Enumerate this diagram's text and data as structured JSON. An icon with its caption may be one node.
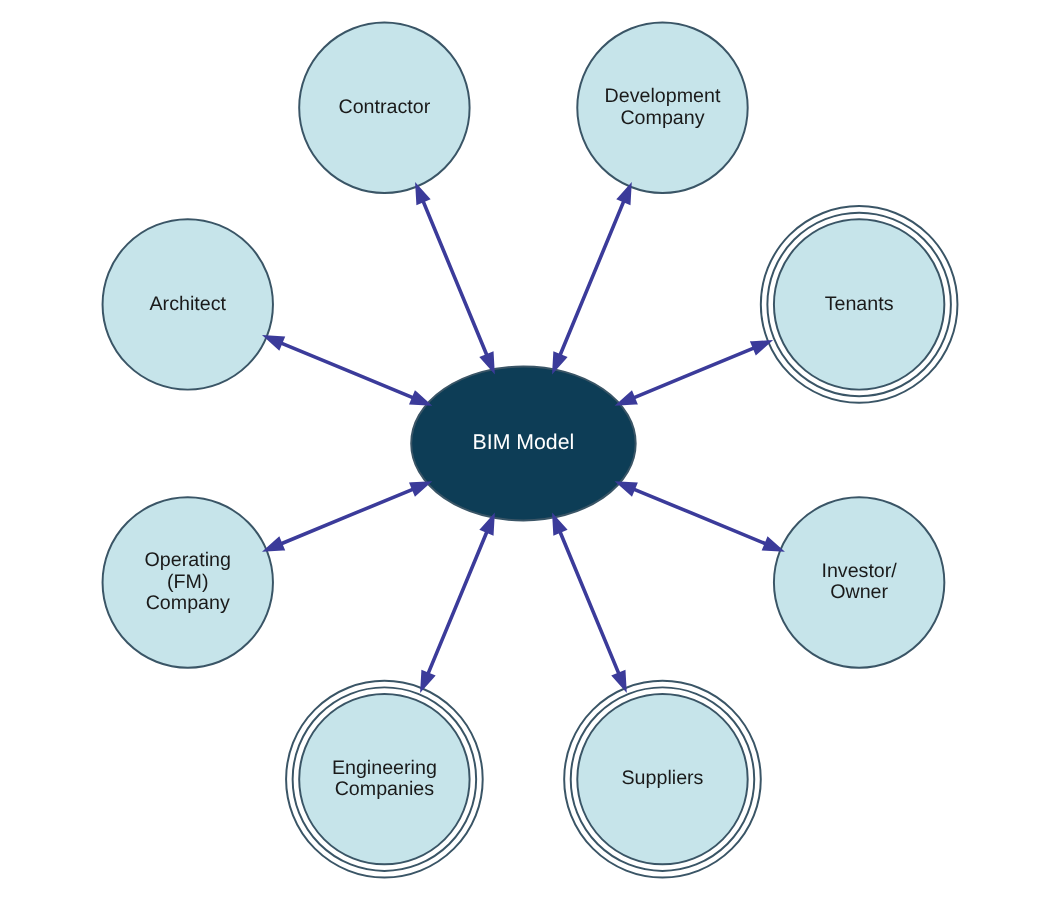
{
  "diagram": {
    "nodes": [
      {
        "text": [
          "BIM Model"
        ]
      },
      {
        "text": [
          "Investor/ Owner"
        ]
      },
      {
        "text": [
          "Suppliers"
        ]
      },
      {
        "text": [
          "Engineering Companies"
        ]
      },
      {
        "text": [
          "Operating (FM) Company"
        ]
      },
      {
        "text": [
          "Architect"
        ]
      },
      {
        "text": [
          "Contractor"
        ]
      },
      {
        "text": [
          "Development Company"
        ]
      },
      {
        "text": [
          "Tenants"
        ]
      }
    ],
    "edges": [
      {
        "from": 0,
        "to": 1,
        "arrow": "both"
      },
      {
        "from": 0,
        "to": 2,
        "arrow": "both"
      },
      {
        "from": 0,
        "to": 3,
        "arrow": "both"
      },
      {
        "from": 0,
        "to": 4,
        "arrow": "both"
      },
      {
        "from": 0,
        "to": 5,
        "arrow": "both"
      },
      {
        "from": 0,
        "to": 6,
        "arrow": "both"
      },
      {
        "from": 0,
        "to": 7,
        "arrow": "both"
      },
      {
        "from": 0,
        "to": 8,
        "arrow": "both"
      }
    ]
  }
}
